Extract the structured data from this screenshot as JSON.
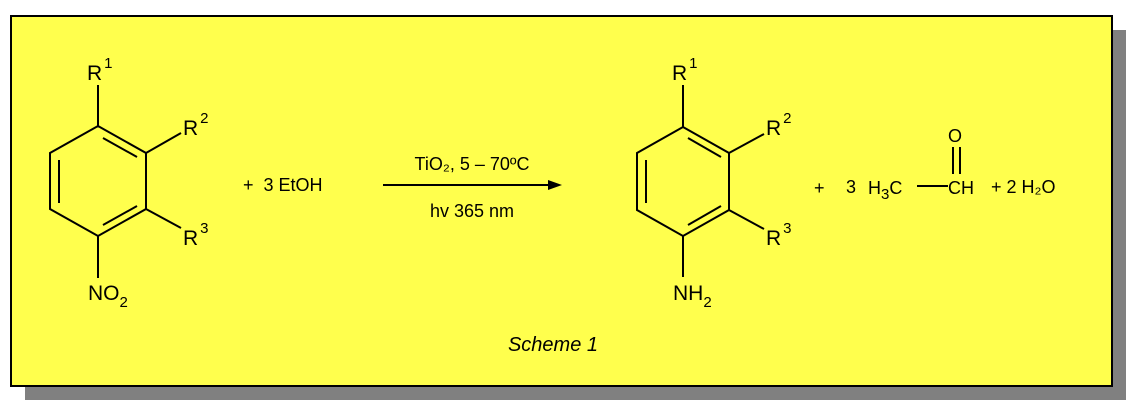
{
  "scheme": {
    "caption": "Scheme 1",
    "reactant": {
      "r1": "R",
      "r1_sup": "1",
      "r2": "R",
      "r2_sup": "2",
      "r3": "R",
      "r3_sup": "3",
      "group": "NO",
      "group_sub": "2"
    },
    "reagent": "+  3 EtOH",
    "conditions_top": "TiO₂, 5 – 70ºC",
    "conditions_bottom": "hv 365 nm",
    "product": {
      "r1": "R",
      "r1_sup": "1",
      "r2": "R",
      "r2_sup": "2",
      "r3": "R",
      "r3_sup": "3",
      "group": "NH",
      "group_sub": "2"
    },
    "byproducts": {
      "plus1": "+",
      "coef": "3",
      "h3c": "H",
      "h3c_sub": "3",
      "h3c_c": "C",
      "ch": "CH",
      "o": "O",
      "water": "+ 2 H₂O"
    }
  },
  "colors": {
    "background": "#ffff4d",
    "shadow": "#808080",
    "border": "#000000"
  }
}
